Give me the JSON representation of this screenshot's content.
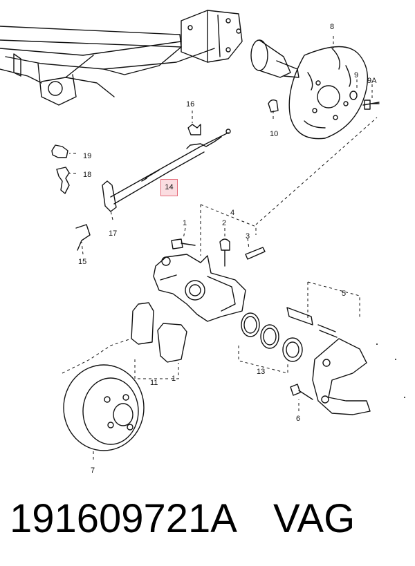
{
  "diagram": {
    "labels": [
      "8",
      "9",
      "9A",
      "10",
      "16",
      "19",
      "18",
      "14",
      "17",
      "15",
      "4",
      "1",
      "2",
      "3",
      "5",
      "11",
      "1",
      "13",
      "6",
      "7"
    ],
    "highlight_color": "#e46a78"
  },
  "footer": {
    "part_number": "191609721A",
    "brand": "VAG"
  }
}
